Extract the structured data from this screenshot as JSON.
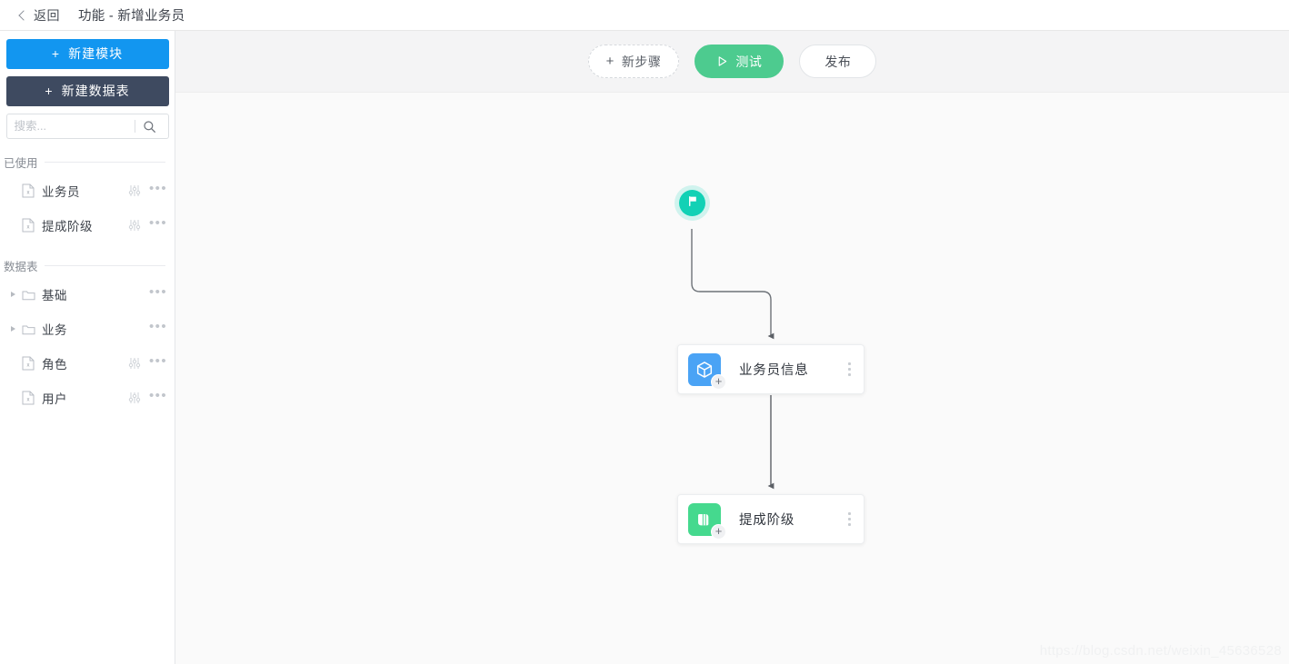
{
  "header": {
    "back_label": "返回",
    "title": "功能 - 新增业务员",
    "back_icon": "chevron-left-icon"
  },
  "sidebar": {
    "new_module_button": "新建模块",
    "new_table_button": "新建数据表",
    "plus_glyph": "+",
    "search": {
      "placeholder": "搜索...",
      "value": "",
      "icon": "search-icon"
    },
    "sections": [
      {
        "label": "已使用",
        "items": [
          {
            "label": "业务员",
            "icon": "table-file-icon",
            "type": "file",
            "has_sliders": true,
            "has_more": true
          },
          {
            "label": "提成阶级",
            "icon": "table-file-icon",
            "type": "file",
            "has_sliders": true,
            "has_more": true
          }
        ]
      },
      {
        "label": "数据表",
        "items": [
          {
            "label": "基础",
            "icon": "folder-icon",
            "type": "folder",
            "expanded": false,
            "has_sliders": false,
            "has_more": true
          },
          {
            "label": "业务",
            "icon": "folder-icon",
            "type": "folder",
            "expanded": false,
            "has_sliders": false,
            "has_more": true
          },
          {
            "label": "角色",
            "icon": "table-file-icon",
            "type": "file",
            "has_sliders": true,
            "has_more": true
          },
          {
            "label": "用户",
            "icon": "table-file-icon",
            "type": "file",
            "has_sliders": true,
            "has_more": true
          }
        ]
      }
    ]
  },
  "toolbar": {
    "add_step_label": "新步骤",
    "add_step_icon": "plus-icon",
    "test_label": "测试",
    "test_icon": "play-icon",
    "publish_label": "发布"
  },
  "flow": {
    "start_node": {
      "icon": "flag-icon",
      "color": "#12d1b5"
    },
    "nodes": [
      {
        "title": "业务员信息",
        "icon": "cube-icon",
        "color": "#4aa3f5",
        "badge": "+"
      },
      {
        "title": "提成阶级",
        "icon": "layers-icon",
        "color": "#45d98e",
        "badge": "+"
      }
    ]
  },
  "watermark": "https://blog.csdn.net/weixin_45636528",
  "colors": {
    "primary_blue": "#1296f0",
    "dark_slate": "#3e4a60",
    "accent_green": "#4dcb8f",
    "start_teal": "#12d1b5",
    "canvas_bg": "#fafafa",
    "toolbar_bg": "#f4f4f5"
  }
}
